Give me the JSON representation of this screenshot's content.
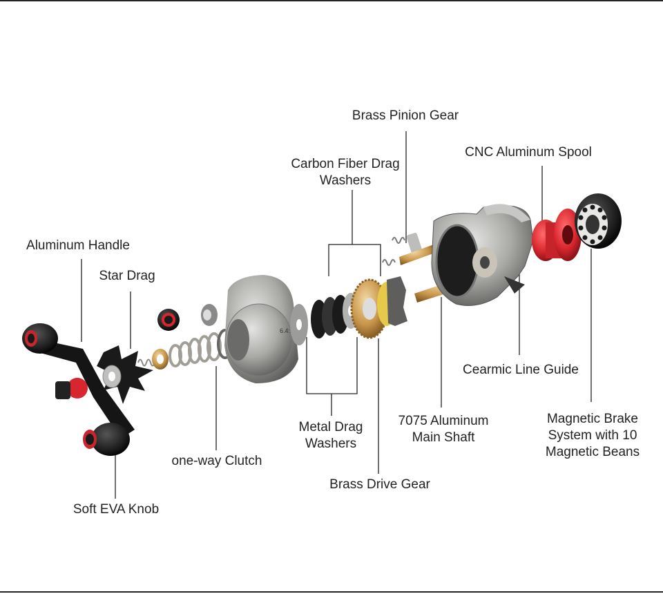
{
  "labels": {
    "brass_pinion_gear": "Brass Pinion Gear",
    "cnc_aluminum_spool": "CNC Aluminum Spool",
    "carbon_fiber_drag_washers": "Carbon Fiber Drag\nWashers",
    "aluminum_handle": "Aluminum Handle",
    "star_drag": "Star Drag",
    "cearmic_line_guide": "Cearmic Line Guide",
    "metal_drag_washers": "Metal Drag\nWashers",
    "aluminum_main_shaft": "7075 Aluminum\nMain Shaft",
    "magnetic_brake_system": "Magnetic Brake\nSystem with 10\nMagnetic Beans",
    "one_way_clutch": "one-way Clutch",
    "brass_drive_gear": "Brass Drive Gear",
    "soft_eva_knob": "Soft EVA Knob"
  },
  "gear_ratio_marking": "6.4:1",
  "colors": {
    "line": "#222222",
    "spool_red": "#d8262e",
    "brass": "#c9964a",
    "body_gray": "#9a9a98",
    "dark": "#1a1a1a"
  }
}
